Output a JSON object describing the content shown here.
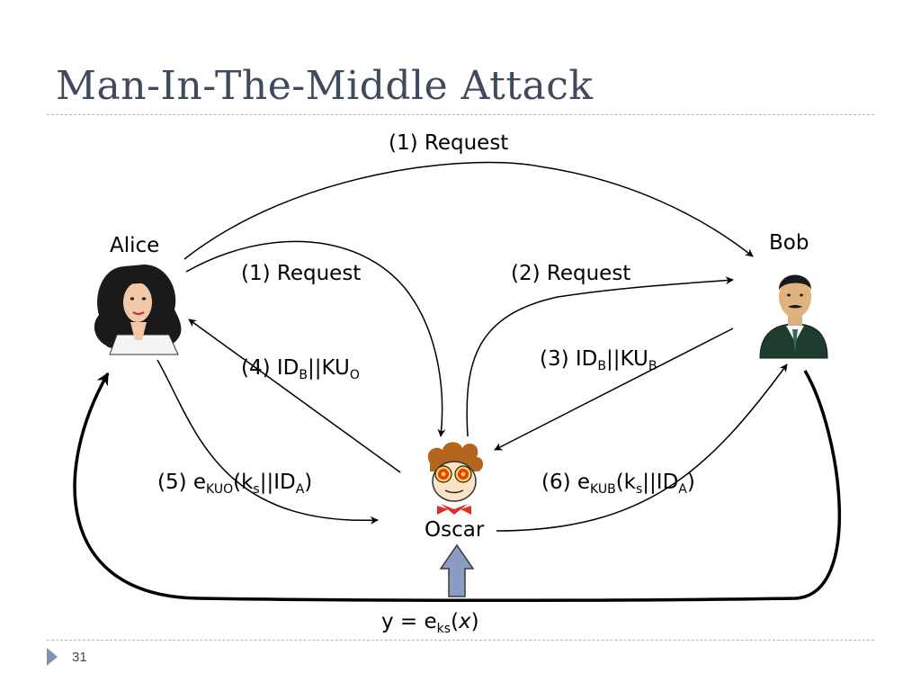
{
  "slide": {
    "title": "Man-In-The-Middle Attack",
    "page_number": "31"
  },
  "actors": {
    "alice": "Alice",
    "bob": "Bob",
    "oscar": "Oscar"
  },
  "arrows": {
    "a1_top": {
      "text": "(1) Request"
    },
    "a1_alice_oscar": {
      "text": "(1) Request"
    },
    "a2_oscar_bob": {
      "text": "(2) Request"
    },
    "a3": {
      "text": "(3) ID",
      "sub1": "B",
      "mid": "||KU",
      "sub2": "B"
    },
    "a4": {
      "text": "(4) ID",
      "sub1": "B",
      "mid": "||KU",
      "sub2": "O"
    },
    "a5": {
      "pre": "(5) e",
      "sub1": "KUO",
      "mid1": "(k",
      "sub2": "s",
      "mid2": "||ID",
      "sub3": "A",
      "post": ")"
    },
    "a6": {
      "pre": "(6) e",
      "sub1": "KUB",
      "mid1": "(k",
      "sub2": "s",
      "mid2": "||ID",
      "sub3": "A",
      "post": ")"
    },
    "ciphertext": {
      "pre": "y = e",
      "sub": "ks",
      "mid": "(",
      "var": "x",
      "post": ")"
    }
  },
  "colors": {
    "title": "#3f4a5c",
    "rule": "#b5b5b5",
    "intercept_arrow": "#8a9cc4",
    "bullet": "#7f94b0"
  },
  "icons": [
    "alice-portrait-icon",
    "bob-portrait-icon",
    "oscar-cartoon-icon",
    "slide-bullet-icon"
  ]
}
